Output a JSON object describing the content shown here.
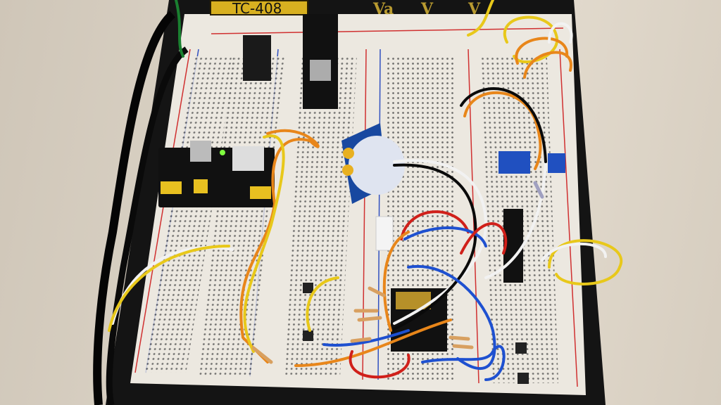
{
  "board": {
    "model_label": "TC-408",
    "terminal_labels": [
      "Va",
      "V",
      "V"
    ]
  },
  "colors": {
    "background": "#ddd5c8",
    "board": "#141414",
    "breadboard": "#ece8e0",
    "wire_yellow": "#e8c81a",
    "wire_orange": "#e8861a",
    "wire_blue": "#1e50d0",
    "wire_red": "#d0201a",
    "wire_white": "#f2f2f2",
    "wire_black": "#0a0a0a"
  }
}
